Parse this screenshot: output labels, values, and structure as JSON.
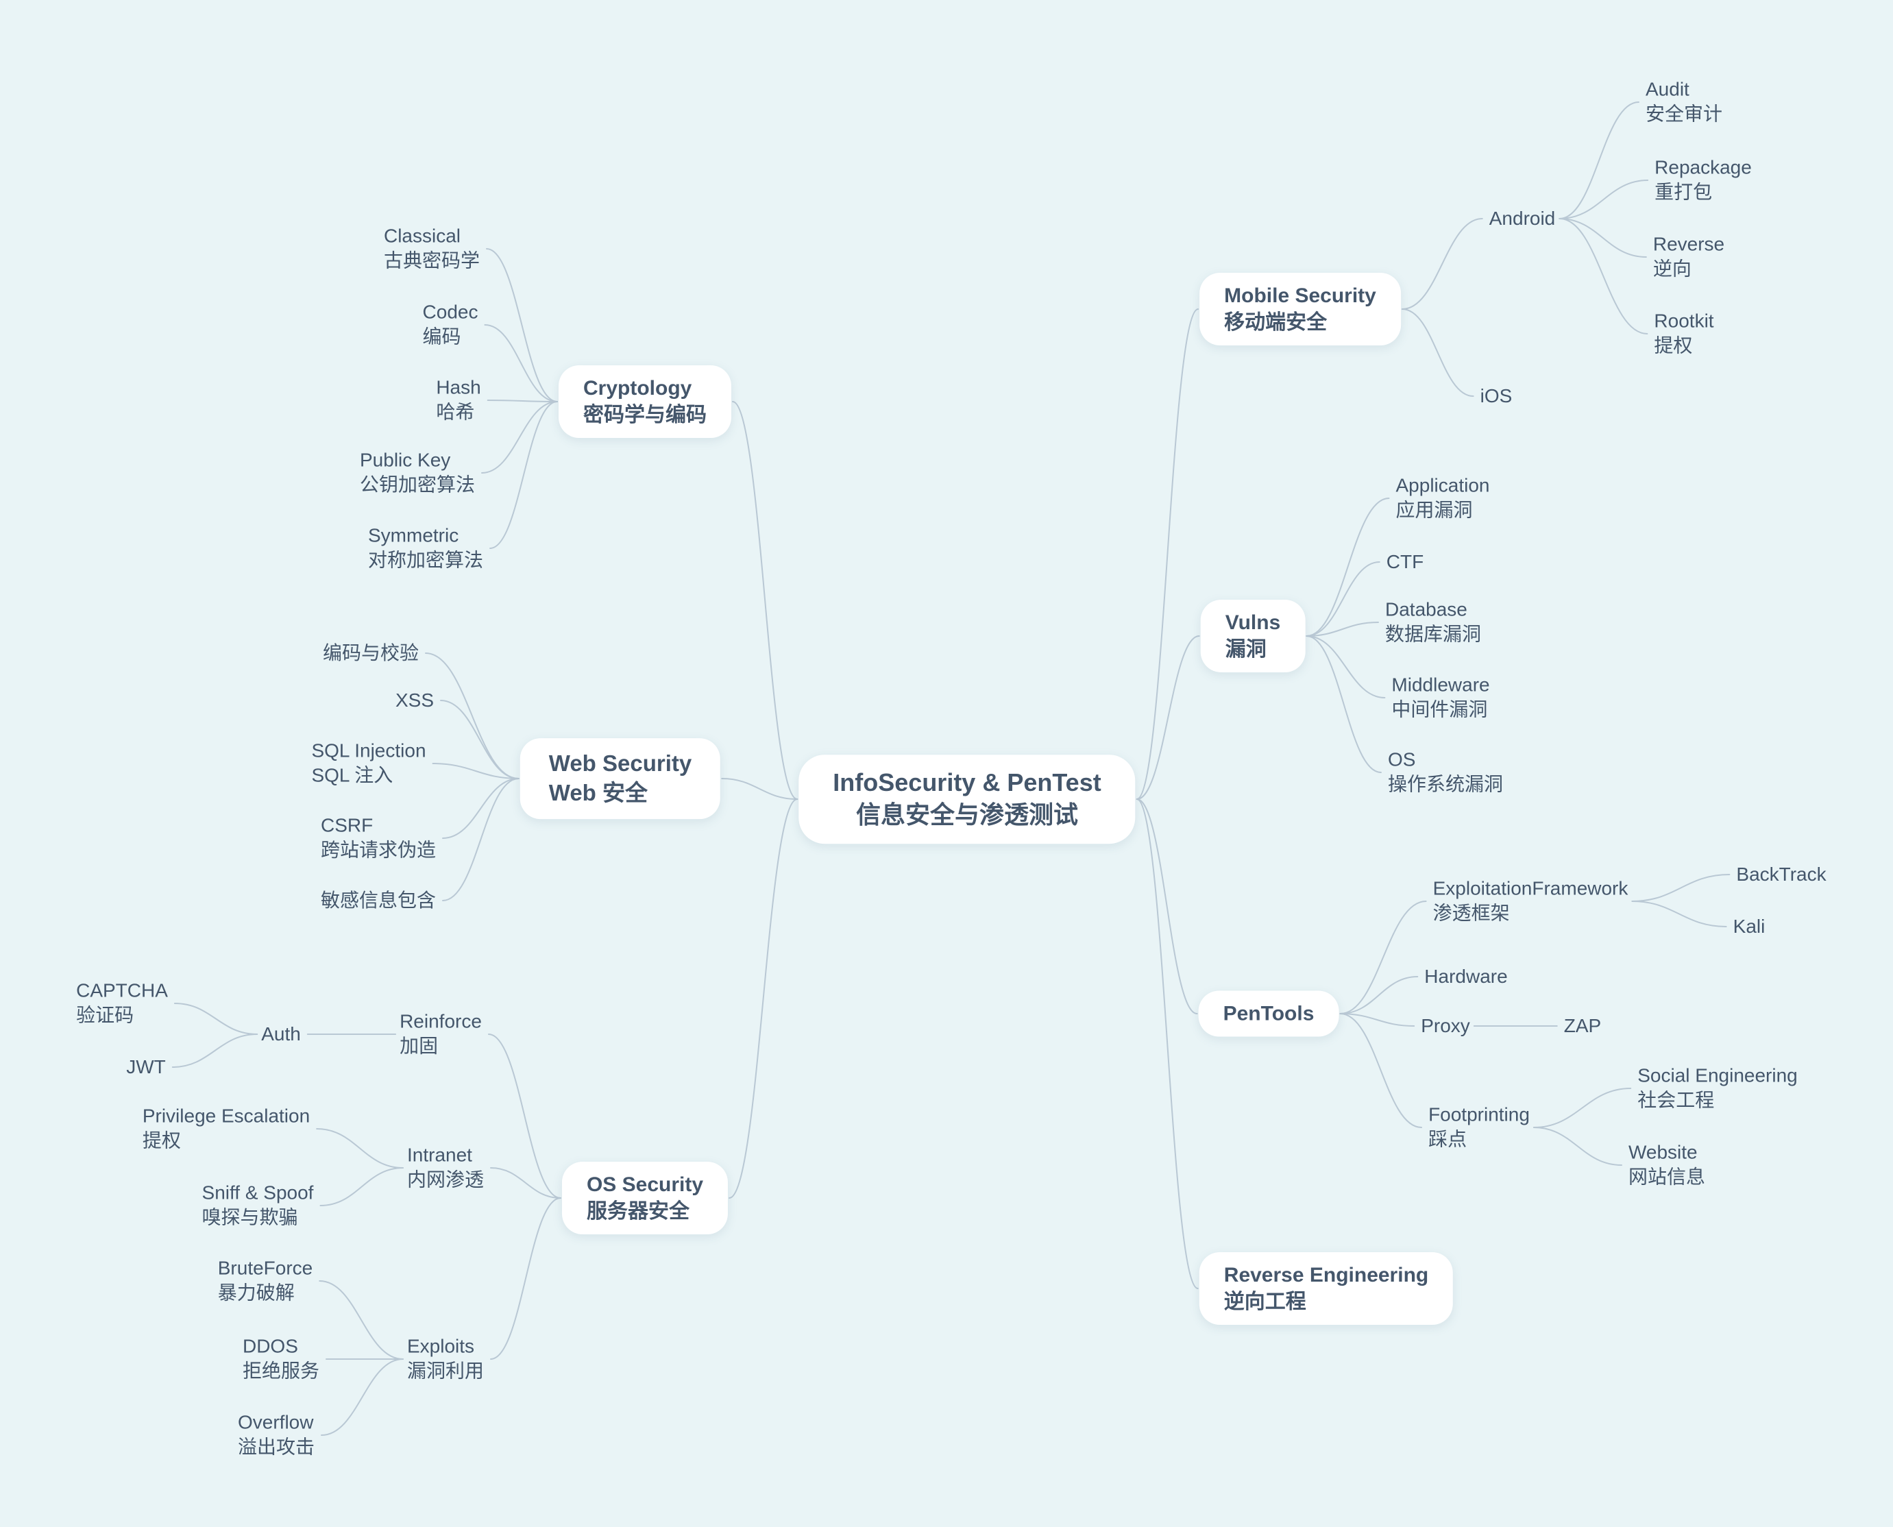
{
  "colors": {
    "background": "#e9f4f6",
    "text": "#44566b",
    "line": "#b9c8d4",
    "bubble": "#ffffff"
  },
  "root": {
    "line1": "InfoSecurity & PenTest",
    "line2": "信息安全与渗透测试"
  },
  "branches": {
    "cryptology": {
      "label": {
        "line1": "Cryptology",
        "line2": "密码学与编码"
      },
      "children": {
        "classical": {
          "line1": "Classical",
          "line2": "古典密码学"
        },
        "codec": {
          "line1": "Codec",
          "line2": "编码"
        },
        "hash": {
          "line1": "Hash",
          "line2": "哈希"
        },
        "public_key": {
          "line1": "Public Key",
          "line2": "公钥加密算法"
        },
        "symmetric": {
          "line1": "Symmetric",
          "line2": "对称加密算法"
        }
      }
    },
    "web_security": {
      "label": {
        "line1": "Web Security",
        "line2": "Web 安全"
      },
      "children": {
        "encode_verify": {
          "line1": "编码与校验"
        },
        "xss": {
          "line1": "XSS"
        },
        "sql_injection": {
          "line1": "SQL Injection",
          "line2": "SQL 注入"
        },
        "csrf": {
          "line1": "CSRF",
          "line2": "跨站请求伪造"
        },
        "sensitive_info": {
          "line1": "敏感信息包含"
        }
      }
    },
    "os_security": {
      "label": {
        "line1": "OS Security",
        "line2": "服务器安全"
      },
      "children": {
        "reinforce": {
          "line1": "Reinforce",
          "line2": "加固",
          "children": {
            "auth": {
              "line1": "Auth",
              "children": {
                "captcha": {
                  "line1": "CAPTCHA",
                  "line2": "验证码"
                },
                "jwt": {
                  "line1": "JWT"
                }
              }
            }
          }
        },
        "intranet": {
          "line1": "Intranet",
          "line2": "内网渗透",
          "children": {
            "privilege_escalation": {
              "line1": "Privilege Escalation",
              "line2": "提权"
            },
            "sniff_spoof": {
              "line1": "Sniff & Spoof",
              "line2": "嗅探与欺骗"
            }
          }
        },
        "exploits": {
          "line1": "Exploits",
          "line2": "漏洞利用",
          "children": {
            "bruteforce": {
              "line1": "BruteForce",
              "line2": "暴力破解"
            },
            "ddos": {
              "line1": "DDOS",
              "line2": "拒绝服务"
            },
            "overflow": {
              "line1": "Overflow",
              "line2": "溢出攻击"
            }
          }
        }
      }
    },
    "mobile_security": {
      "label": {
        "line1": "Mobile Security",
        "line2": "移动端安全"
      },
      "children": {
        "android": {
          "line1": "Android",
          "children": {
            "audit": {
              "line1": "Audit",
              "line2": "安全审计"
            },
            "repackage": {
              "line1": "Repackage",
              "line2": "重打包"
            },
            "reverse": {
              "line1": "Reverse",
              "line2": "逆向"
            },
            "rootkit": {
              "line1": "Rootkit",
              "line2": "提权"
            }
          }
        },
        "ios": {
          "line1": "iOS"
        }
      }
    },
    "vulns": {
      "label": {
        "line1": "Vulns",
        "line2": "漏洞"
      },
      "children": {
        "application": {
          "line1": "Application",
          "line2": "应用漏洞"
        },
        "ctf": {
          "line1": "CTF"
        },
        "database": {
          "line1": "Database",
          "line2": "数据库漏洞"
        },
        "middleware": {
          "line1": "Middleware",
          "line2": "中间件漏洞"
        },
        "os": {
          "line1": "OS",
          "line2": "操作系统漏洞"
        }
      }
    },
    "pentools": {
      "label": {
        "line1": "PenTools"
      },
      "children": {
        "exploitation_framework": {
          "line1": "ExploitationFramework",
          "line2": "渗透框架",
          "children": {
            "backtrack": {
              "line1": "BackTrack"
            },
            "kali": {
              "line1": "Kali"
            }
          }
        },
        "hardware": {
          "line1": "Hardware"
        },
        "proxy": {
          "line1": "Proxy",
          "children": {
            "zap": {
              "line1": "ZAP"
            }
          }
        },
        "footprinting": {
          "line1": "Footprinting",
          "line2": "踩点",
          "children": {
            "social_engineering": {
              "line1": "Social Engineering",
              "line2": "社会工程"
            },
            "website": {
              "line1": "Website",
              "line2": "网站信息"
            }
          }
        }
      }
    },
    "reverse_engineering": {
      "label": {
        "line1": "Reverse Engineering",
        "line2": "逆向工程"
      }
    }
  }
}
